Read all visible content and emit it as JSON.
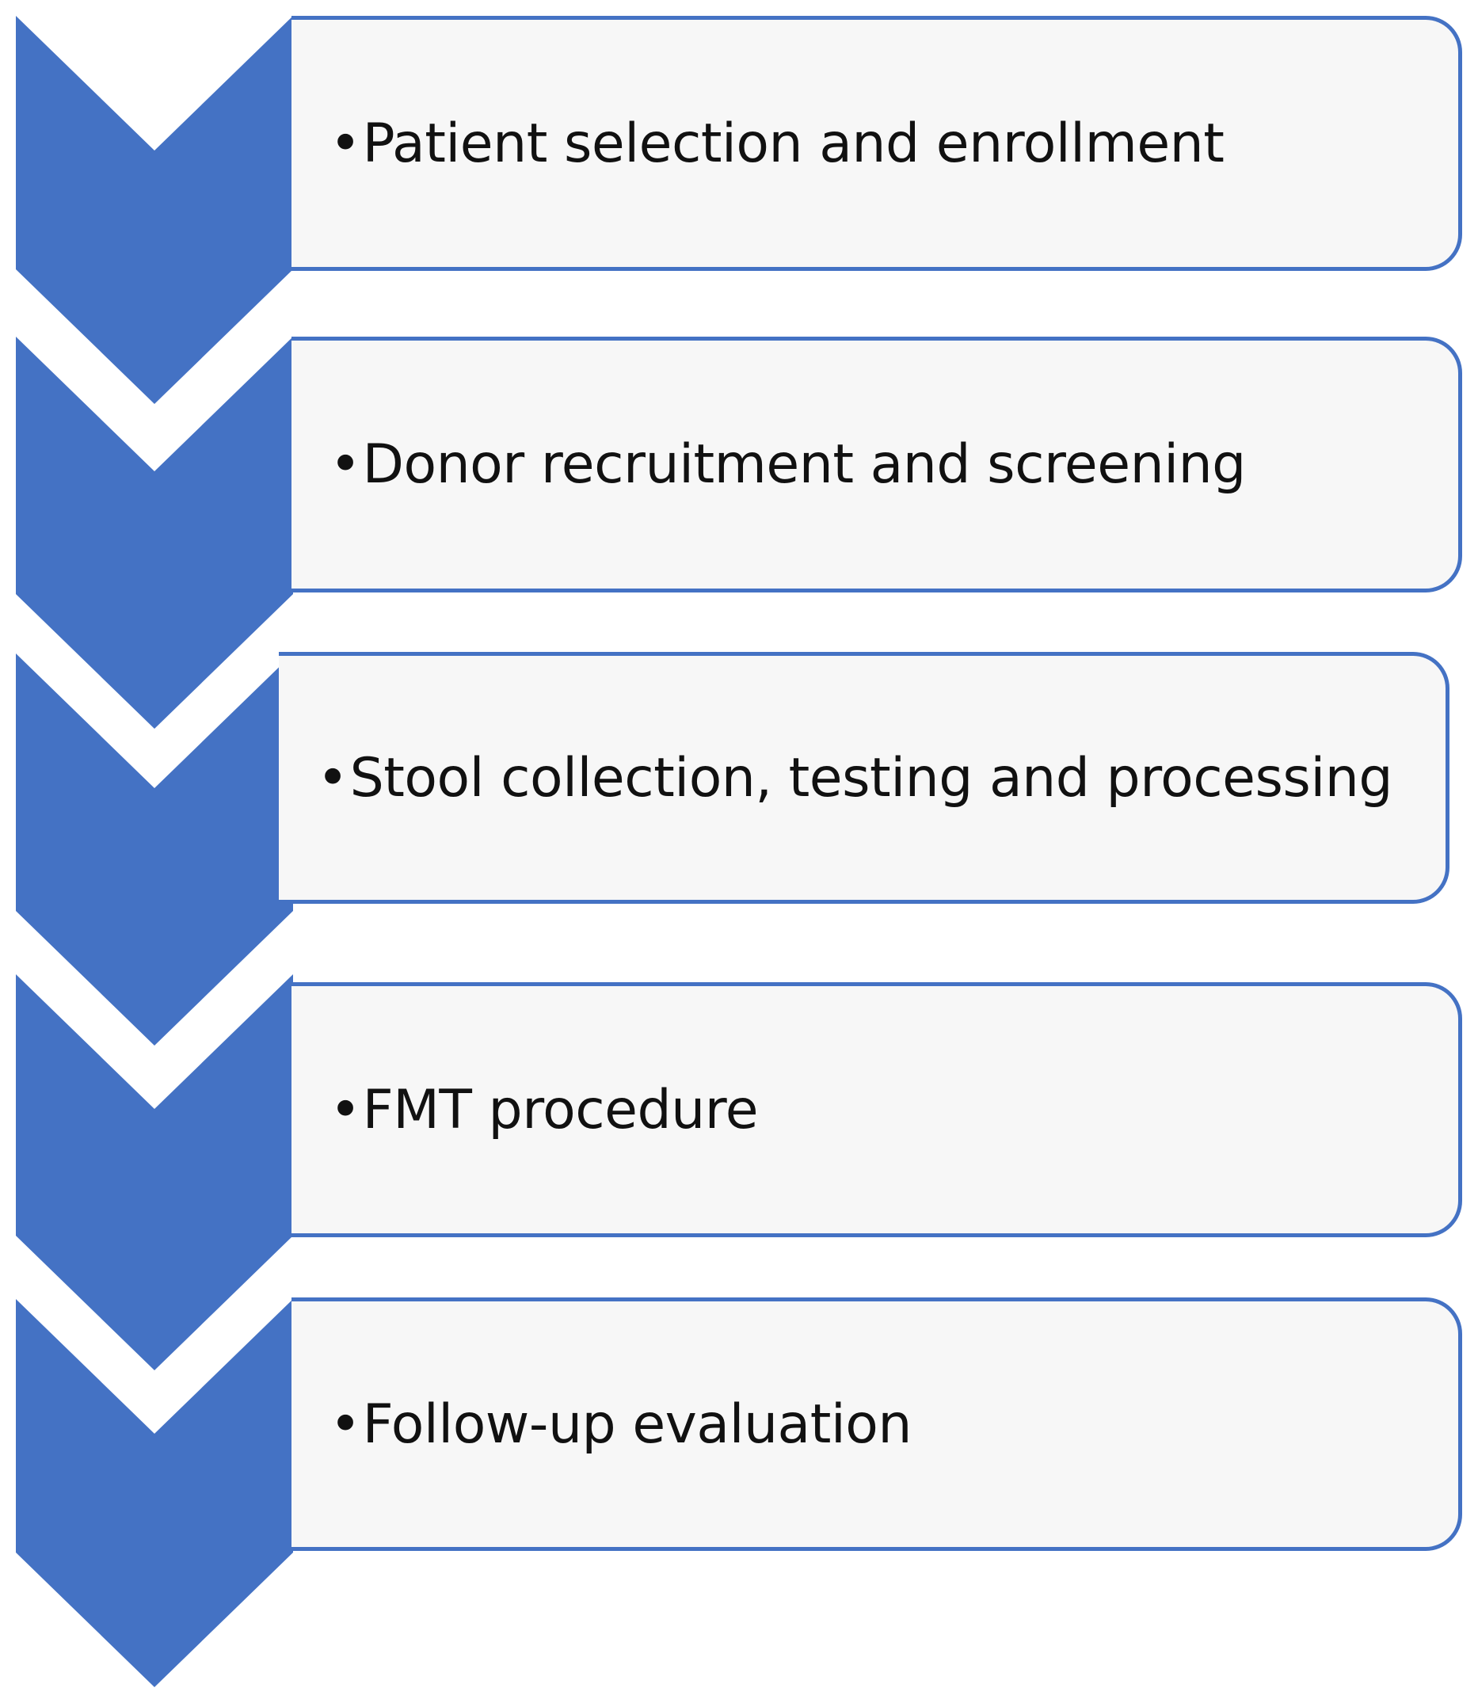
{
  "diagram": {
    "steps": [
      {
        "bullet": "•",
        "label": "Patient selection and enrollment"
      },
      {
        "bullet": "•",
        "label": "Donor recruitment and screening"
      },
      {
        "bullet": "•",
        "label": "Stool collection, testing and processing"
      },
      {
        "bullet": "•",
        "label": "FMT procedure"
      },
      {
        "bullet": "•",
        "label": "Follow-up evaluation"
      }
    ]
  },
  "colors": {
    "chevron": "#4472c4",
    "box_border": "#4472c4",
    "box_fill": "#f7f7f7",
    "text": "#111111"
  }
}
